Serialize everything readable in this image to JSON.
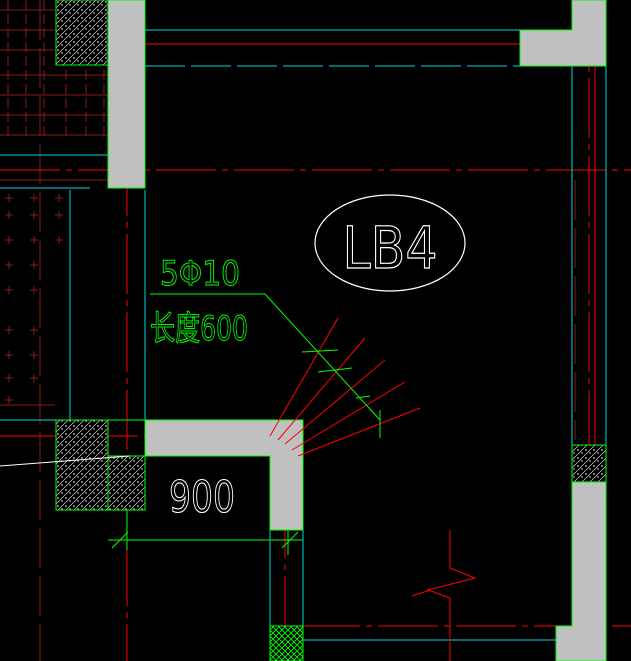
{
  "drawing": {
    "slab_tag": "LB4",
    "rebar_spec": "5Φ10",
    "rebar_length": "长度600",
    "dimension": "900"
  },
  "colors": {
    "background": "#000000",
    "wall_fill": "#c0c0c0",
    "axis_red": "#ff0000",
    "dark_red": "#8b1a1a",
    "cyan": "#00d8e0",
    "green": "#00ff00",
    "white": "#ffffff"
  }
}
